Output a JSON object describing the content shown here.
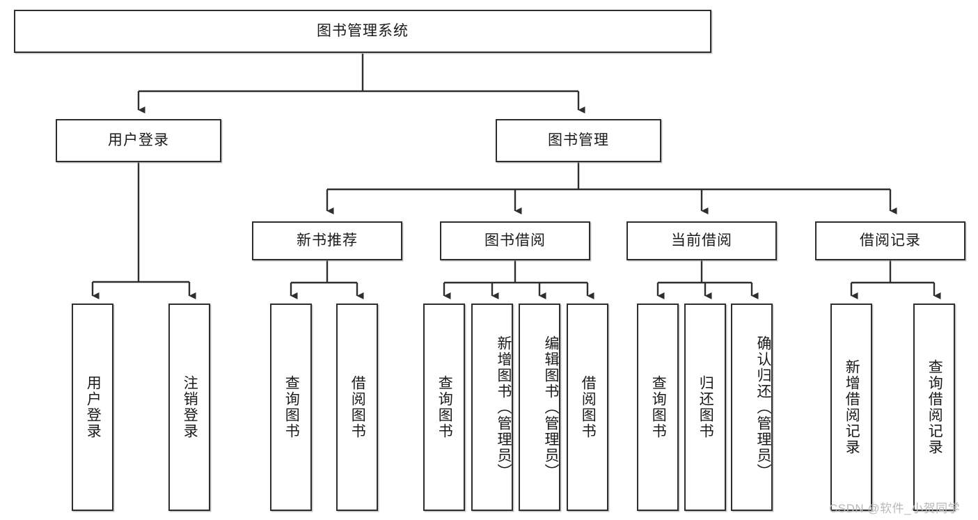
{
  "diagram": {
    "type": "hierarchy-tree",
    "title_node": "图书管理系统",
    "level2": [
      {
        "id": "user-login",
        "label": "用户登录"
      },
      {
        "id": "book-manage",
        "label": "图书管理"
      }
    ],
    "level3": [
      {
        "id": "new-book-recommend",
        "label": "新书推荐"
      },
      {
        "id": "book-borrow",
        "label": "图书借阅"
      },
      {
        "id": "current-borrow",
        "label": "当前借阅"
      },
      {
        "id": "borrow-record",
        "label": "借阅记录"
      }
    ],
    "leaves": [
      {
        "id": "leaf-user-login",
        "label": "用户登录",
        "parent": "user-login"
      },
      {
        "id": "leaf-logout-login",
        "label": "注销登录",
        "parent": "user-login"
      },
      {
        "id": "leaf-query-book-1",
        "label": "查询图书",
        "parent": "new-book-recommend"
      },
      {
        "id": "leaf-borrow-book-1",
        "label": "借阅图书",
        "parent": "new-book-recommend"
      },
      {
        "id": "leaf-query-book-2",
        "label": "查询图书",
        "parent": "book-borrow"
      },
      {
        "id": "leaf-add-book",
        "label": "新增图书（管理员）",
        "parent": "book-borrow"
      },
      {
        "id": "leaf-edit-book",
        "label": "编辑图书（管理员）",
        "parent": "book-borrow"
      },
      {
        "id": "leaf-borrow-book-2",
        "label": "借阅图书",
        "parent": "book-borrow"
      },
      {
        "id": "leaf-query-book-3",
        "label": "查询图书",
        "parent": "current-borrow"
      },
      {
        "id": "leaf-return-book",
        "label": "归还图书",
        "parent": "current-borrow"
      },
      {
        "id": "leaf-confirm-return",
        "label": "确认归还（管理员）",
        "parent": "current-borrow"
      },
      {
        "id": "leaf-add-record",
        "label": "新增借阅记录",
        "parent": "borrow-record"
      },
      {
        "id": "leaf-query-record",
        "label": "查询借阅记录",
        "parent": "borrow-record"
      }
    ],
    "watermark": "CSDN @软件_小贺同学",
    "colors": {
      "stroke": "#2e2e2e",
      "fill": "#ffffff",
      "text": "#1a1a1a",
      "watermark": "#b8b8b8"
    }
  }
}
